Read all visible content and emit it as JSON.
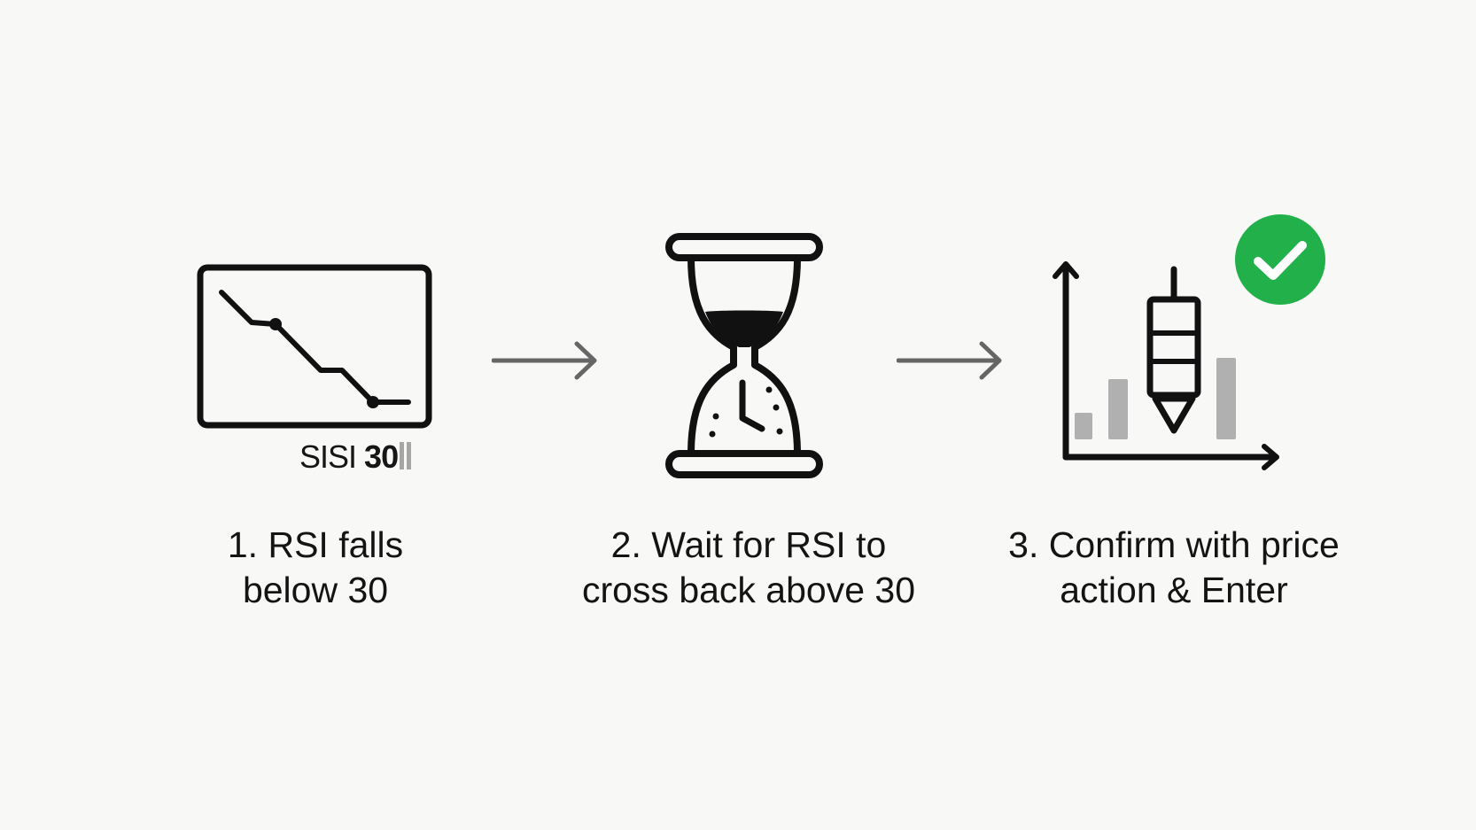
{
  "steps": [
    {
      "number": "1.",
      "line1": "RSI falls",
      "line2": "below 30",
      "icon": "rsi-downtrend-chart-icon"
    },
    {
      "number": "2.",
      "line1": "Wait for RSI to",
      "line2": "cross back above 30",
      "icon": "hourglass-icon"
    },
    {
      "number": "3.",
      "line1": "Confirm with price",
      "line2": "action & Enter",
      "icon": "candlestick-chart-icon"
    }
  ],
  "rsi_caption": {
    "prefix": "SISI",
    "value": "30"
  },
  "arrows": [
    "arrow-right-icon",
    "arrow-right-icon"
  ],
  "badge_icon": "check-circle-icon",
  "colors": {
    "background": "#f8f8f6",
    "ink": "#111111",
    "arrow": "#666666",
    "bars": "#b0b0b0",
    "check_badge": "#22b04b"
  }
}
